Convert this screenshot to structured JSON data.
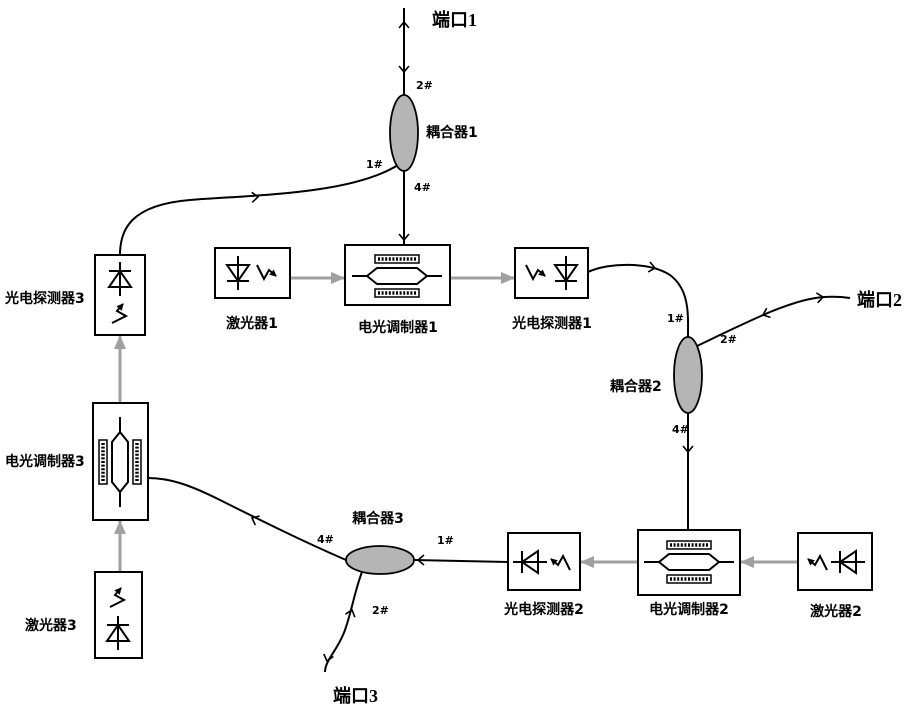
{
  "ports": [
    {
      "label": "端口1"
    },
    {
      "label": "端口2"
    },
    {
      "label": "端口3"
    }
  ],
  "couplers": [
    {
      "label": "耦合器1",
      "port_1": "1#",
      "port_2": "2#",
      "port_4": "4#"
    },
    {
      "label": "耦合器2",
      "port_1": "1#",
      "port_2": "2#",
      "port_4": "4#"
    },
    {
      "label": "耦合器3",
      "port_1": "1#",
      "port_2": "2#",
      "port_4": "4#"
    }
  ],
  "lasers": [
    {
      "label": "激光器1"
    },
    {
      "label": "激光器2"
    },
    {
      "label": "激光器3"
    }
  ],
  "modulators": [
    {
      "label": "电光调制器1"
    },
    {
      "label": "电光调制器2"
    },
    {
      "label": "电光调制器3"
    }
  ],
  "photodetectors": [
    {
      "label": "光电探测器1"
    },
    {
      "label": "光电探测器2"
    },
    {
      "label": "光电探测器3"
    }
  ],
  "colors": {
    "fiber": "#000000",
    "optical_path": "#a0a0a0",
    "coupler_fill": "#b5b5b5",
    "background": "#ffffff"
  }
}
